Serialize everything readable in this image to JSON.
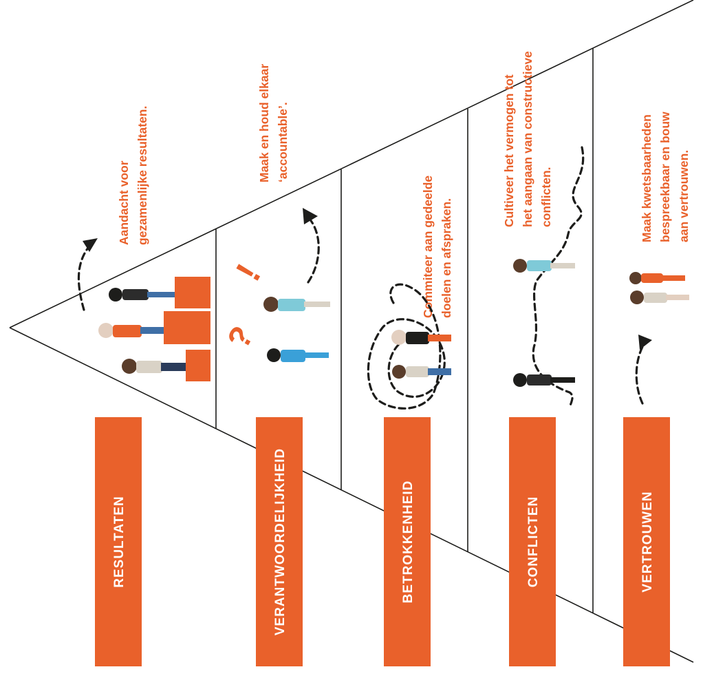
{
  "colors": {
    "accent": "#e9612b",
    "line": "#1d1d1b",
    "text_on_accent": "#ffffff"
  },
  "levels": [
    {
      "label": "RESULTATEN",
      "description": [
        "Aandacht voor",
        "gezamenlijke resultaten."
      ]
    },
    {
      "label": "VERANTWOORDELIJKHEID",
      "description": [
        "Maak en houd elkaar",
        "‘accountable’."
      ]
    },
    {
      "label": "BETROKKENHEID",
      "description": [
        "Commiteer aan gedeelde",
        "doelen en afspraken."
      ]
    },
    {
      "label": "CONFLICTEN",
      "description": [
        "Cultiveer het vermogen tot",
        "het aangaan van constructieve",
        "conflicten."
      ]
    },
    {
      "label": "VERTROUWEN",
      "description": [
        "Maak kwetsbaarheden",
        "bespreekbaar en bouw",
        "aan vertrouwen."
      ]
    }
  ],
  "symbols": {
    "exclamation": "!",
    "question": "?"
  }
}
